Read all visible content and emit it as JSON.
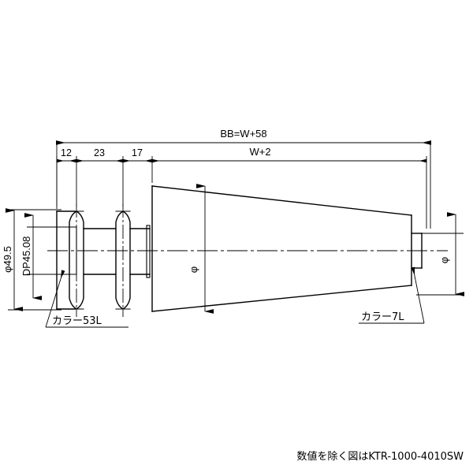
{
  "drawing": {
    "title_caption": "数値を除く図はKTR-1000-4010SW",
    "dimensions": {
      "overall_top": "BB=W+58",
      "width_top": "W+2",
      "seg_1": "12",
      "seg_2": "23",
      "seg_3": "17",
      "left_outer_diameter": "φ49.5",
      "left_inner_depth": "DP45.08",
      "cone_left_diameter": "φ",
      "right_shaft_diameter": "φ"
    },
    "callouts": {
      "left_collar": "カラー53L",
      "right_collar": "カラー7L"
    },
    "colors": {
      "line": "#000000",
      "background": "#ffffff"
    }
  }
}
